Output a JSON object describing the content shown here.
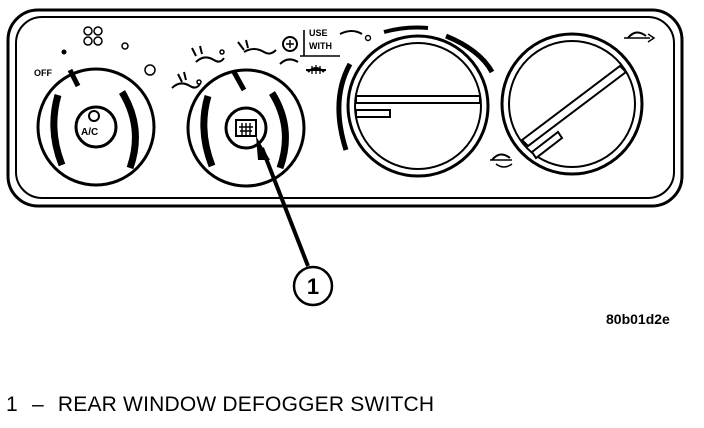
{
  "panel": {
    "off_label": "OFF",
    "ac_label": "A/C",
    "use_label": "USE",
    "with_label": "WITH"
  },
  "callout": {
    "number": "1"
  },
  "figure_code": "80b01d2e",
  "legend": {
    "items": [
      {
        "number": "1",
        "dash": "–",
        "text": "REAR WINDOW DEFOGGER SWITCH"
      }
    ]
  },
  "icons": [
    "fan-icon",
    "vent-icon",
    "bilevel-icon",
    "floor-icon",
    "floor-defrost-icon",
    "defrost-icon",
    "rear-defrost-icon",
    "recirculation-icon",
    "outside-air-icon"
  ]
}
